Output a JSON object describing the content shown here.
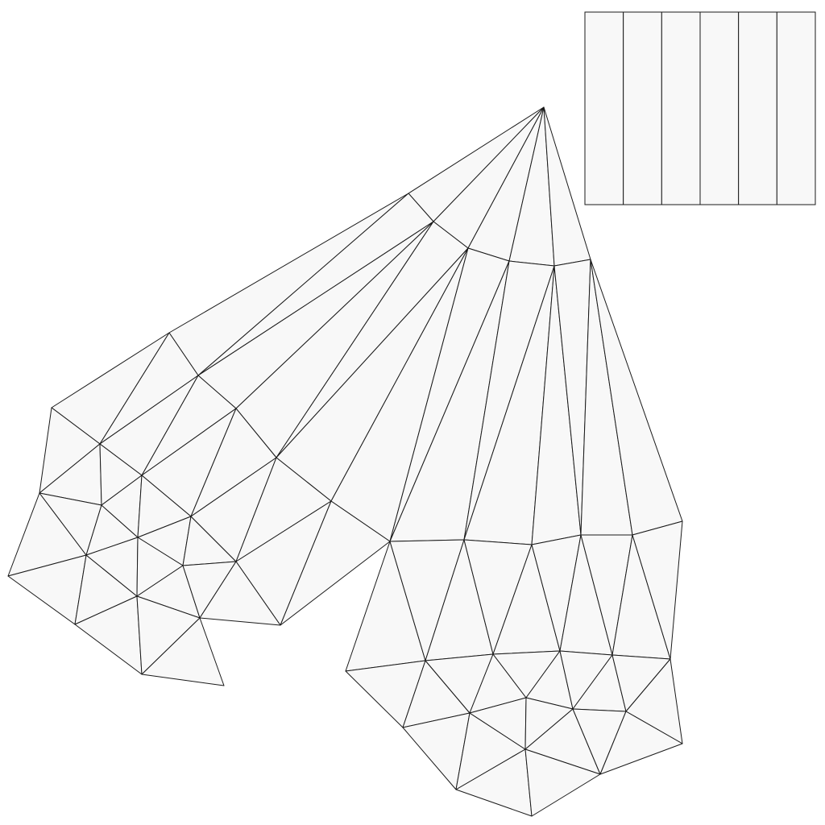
{
  "diagram": {
    "kind": "triangulated-mesh-unfolding",
    "colors": {
      "background": "#ffffff",
      "face_fill": "#f8f8f8",
      "edge_stroke": "#1a1a1a"
    },
    "legend_panel": {
      "column_count": 6
    },
    "mesh": {
      "face_count": 152,
      "lobes": [
        "left-lobe",
        "right-lobe"
      ],
      "apex": "shared-apex-vertex"
    }
  }
}
